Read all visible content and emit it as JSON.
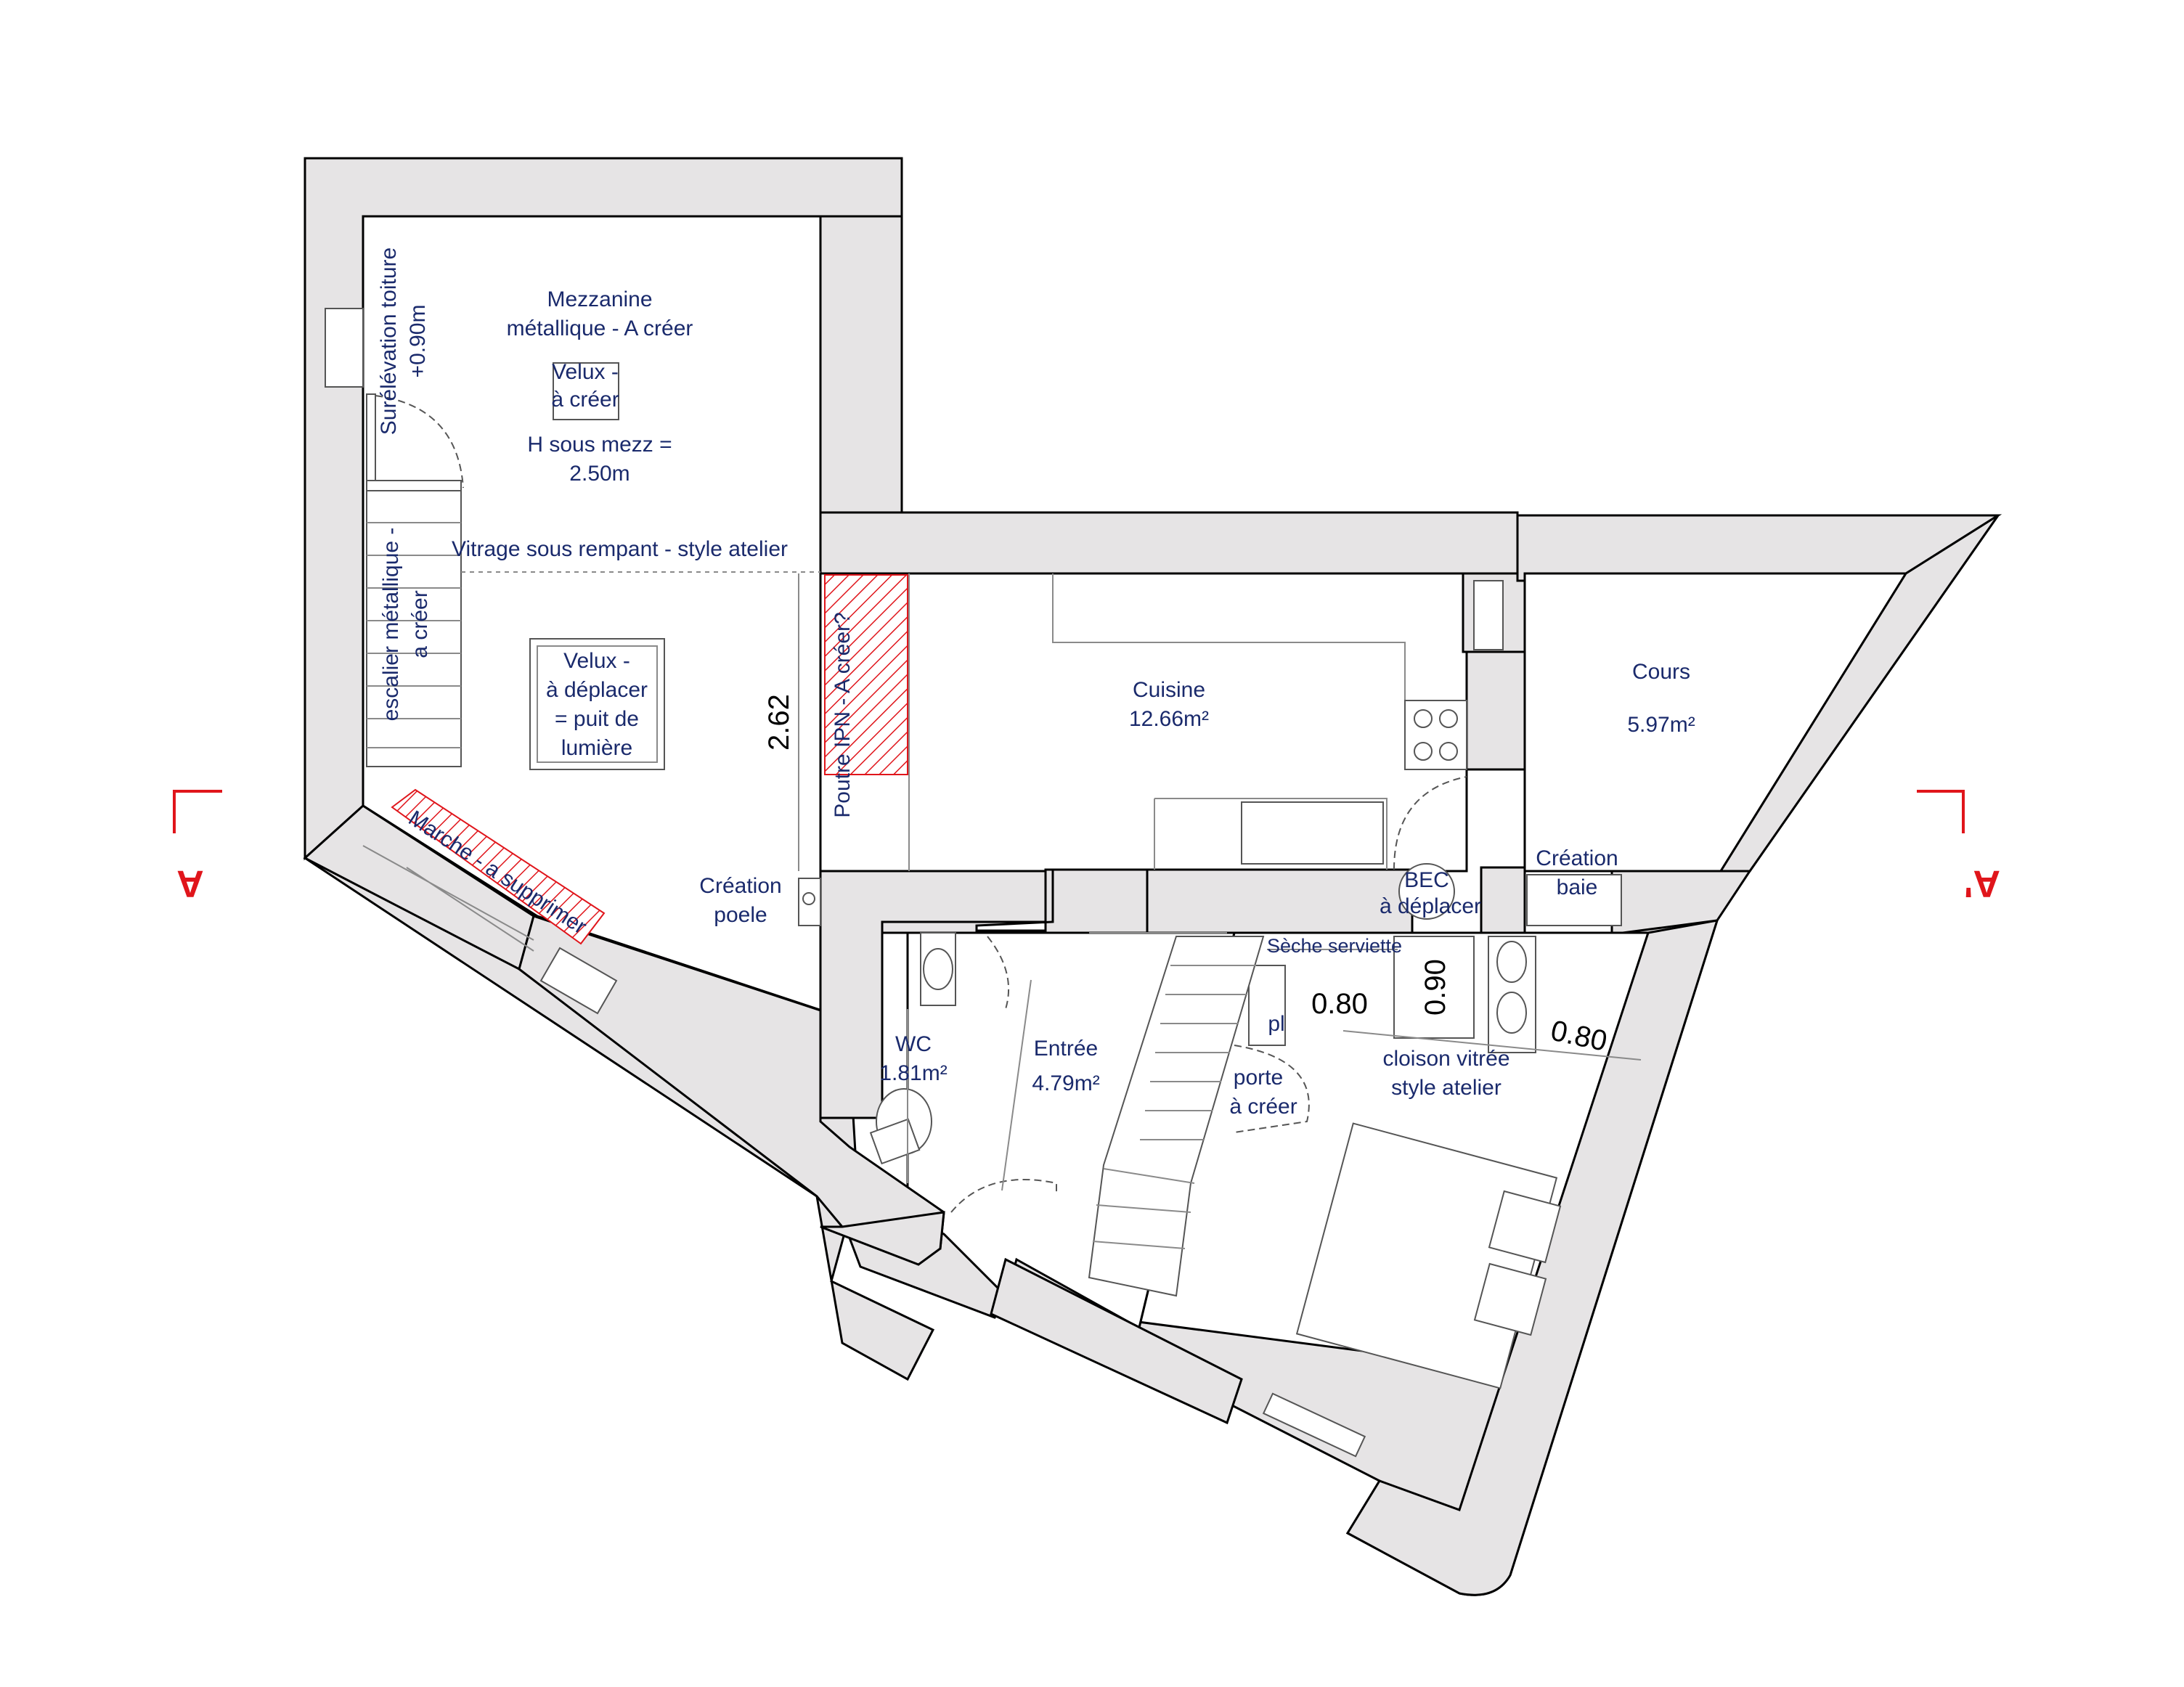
{
  "labels": {
    "mezzanine_1": "Mezzanine",
    "mezzanine_2": "métallique  - A créer",
    "velux_top_1": "Velux -",
    "velux_top_2": "à créer",
    "h_mezz_1": "H sous mezz =",
    "h_mezz_2": "2.50m",
    "surelevation_1": "Surélévation toiture",
    "surelevation_2": "+0.90m",
    "vitrage": "Vitrage sous rempant - style atelier",
    "escalier_1": "escalier métallique -",
    "escalier_2": "a créer",
    "velux_mid_1": "Velux -",
    "velux_mid_2": "à déplacer",
    "velux_mid_3": "= puit de",
    "velux_mid_4": "lumière",
    "dim_262": "2.62",
    "poutre": "Poutre IPN - A créer?",
    "marche": "Marche - a supprimer",
    "creation_poele_1": "Création",
    "creation_poele_2": "poele",
    "cuisine_1": "Cuisine",
    "cuisine_2": "12.66m²",
    "cours_1": "Cours",
    "cours_2": "5.97m²",
    "creation_baie_1": "Création",
    "creation_baie_2": "baie",
    "bec_1": "BEC",
    "bec_2": "à déplacer",
    "seche": "Sèche serviette",
    "dim_090": "0.90",
    "dim_080a": "0.80",
    "dim_080b": "0.80",
    "pl": "pl",
    "cloison_1": "cloison vitrée",
    "cloison_2": "style atelier",
    "wc_1": "WC",
    "wc_2": "1.81m²",
    "entree_1": "Entrée",
    "entree_2": "4.79m²",
    "porte_1": "porte",
    "porte_2": "à créer",
    "section_left": "A",
    "section_right": "A'"
  },
  "colors": {
    "wall_fill": "#e6e4e5",
    "label": "#1a2a6c",
    "section_marker": "#e0151b",
    "hatch": "#e0151b"
  }
}
